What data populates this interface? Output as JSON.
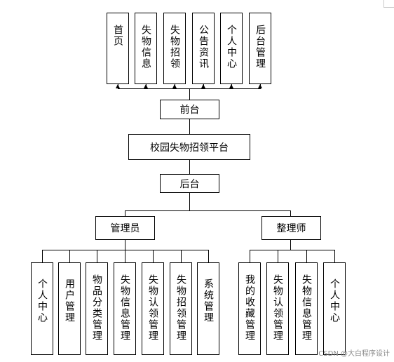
{
  "frontend": {
    "label": "前台",
    "modules": [
      "首页",
      "失物信息",
      "失物招领",
      "公告资讯",
      "个人中心",
      "后台管理"
    ]
  },
  "platform": {
    "label": "校园失物招领平台"
  },
  "backend": {
    "label": "后台"
  },
  "roles": {
    "admin": {
      "label": "管理员",
      "modules": [
        "个人中心",
        "用户管理",
        "物品分类管理",
        "失物信息管理",
        "失物认领管理",
        "失物招领管理",
        "系统管理"
      ]
    },
    "organizer": {
      "label": "整理师",
      "modules": [
        "我的收藏管理",
        "失物认领管理",
        "失物信息管理",
        "个人中心"
      ]
    }
  },
  "watermark": "CSDN @大白程序设计"
}
